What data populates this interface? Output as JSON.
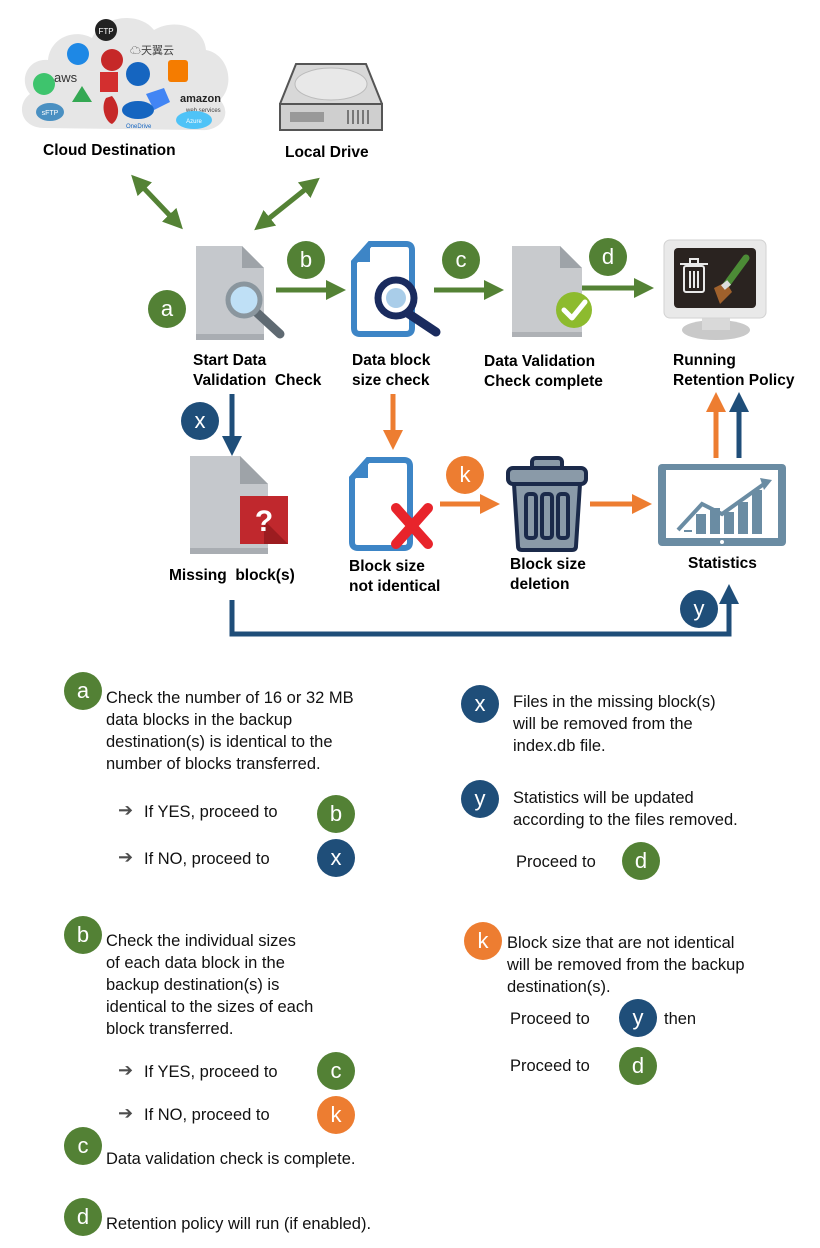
{
  "colors": {
    "green": "#538135",
    "navy": "#1f4e79",
    "orange": "#ed7d31",
    "arrow_green": "#548235",
    "arrow_navy": "#1f4e79",
    "arrow_orange": "#ed7d31"
  },
  "nodes": {
    "cloud": {
      "label": "Cloud Destination",
      "logos": [
        "FTP",
        "Dropbox",
        "天翼云",
        "aws",
        "Wasabi",
        "OpenStack",
        "OneDrive",
        "Aliyun",
        "amazon web services",
        "sFTP",
        "Google Drive",
        "Backblaze",
        "OneDrive for Business",
        "Google Cloud Storage",
        "Azure"
      ]
    },
    "local": {
      "label": "Local Drive"
    },
    "start": {
      "label": "Start Data\nValidation  Check"
    },
    "sizecheck": {
      "label": "Data block\nsize check"
    },
    "complete": {
      "label": "Data Validation\nCheck complete"
    },
    "retention": {
      "label": "Running\nRetention Policy"
    },
    "missing": {
      "label": "Missing  block(s)"
    },
    "notident": {
      "label": "Block size\nnot identical"
    },
    "deletion": {
      "label": "Block size\ndeletion"
    },
    "stats": {
      "label": "Statistics"
    }
  },
  "flow_badges": {
    "a": "a",
    "b": "b",
    "c": "c",
    "d": "d",
    "x": "x",
    "k": "k",
    "y": "y"
  },
  "legend": {
    "a": {
      "badge": "a",
      "text": "Check the number of 16 or 32 MB\ndata blocks in the backup\ndestination(s) is identical to the\nnumber of blocks transferred.",
      "yes": "If YES, proceed to",
      "yes_badge": "b",
      "no": "If NO, proceed to",
      "no_badge": "x"
    },
    "b": {
      "badge": "b",
      "text": "Check the individual sizes\nof each data block in the\nbackup destination(s) is\nidentical to the sizes of each\nblock transferred.",
      "yes": "If YES, proceed to",
      "yes_badge": "c",
      "no": "If NO, proceed to",
      "no_badge": "k"
    },
    "c": {
      "badge": "c",
      "text": "Data validation check is complete."
    },
    "d": {
      "badge": "d",
      "text": "Retention policy will run (if enabled)."
    },
    "x": {
      "badge": "x",
      "text": "Files in the missing block(s)\nwill be removed from the\nindex.db file."
    },
    "y": {
      "badge": "y",
      "text": "Statistics will be updated\naccording to the files removed.",
      "proceed": "Proceed to",
      "proceed_badge": "d"
    },
    "k": {
      "badge": "k",
      "text": "Block size that are not identical\nwill be removed from the backup\ndestination(s).",
      "proceed1": "Proceed to",
      "proceed1_badge": "y",
      "then": "then",
      "proceed2": "Proceed to",
      "proceed2_badge": "d"
    }
  }
}
